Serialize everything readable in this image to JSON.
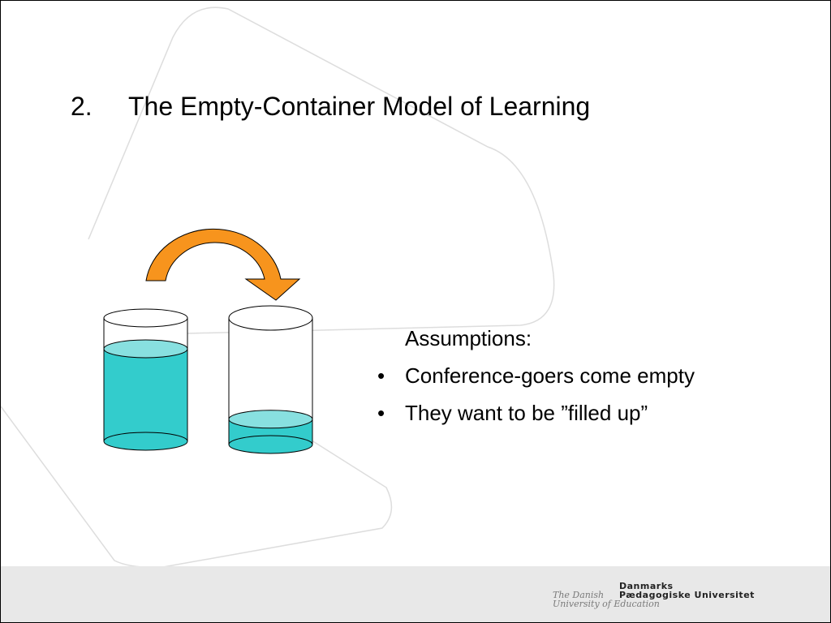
{
  "slide": {
    "title_number": "2.",
    "title_text": "The Empty-Container Model of Learning"
  },
  "content": {
    "heading": "Assumptions:",
    "bullets": [
      {
        "marker": "•",
        "text": "Conference-goers come empty"
      },
      {
        "marker": "•",
        "text": "They want to be ”filled up”"
      }
    ]
  },
  "illustration": {
    "arrow_color": "#f7941d",
    "liquid_color": "#33cccc",
    "liquid_surface_color": "#88e0e0",
    "full_container_level": 0.75,
    "empty_container_level": 0.2
  },
  "footer": {
    "logo_en_line1": "The Danish",
    "logo_en_line2": "University of Education",
    "logo_da_line1": "Danmarks",
    "logo_da_line2": "Pædagogiske Universitet"
  }
}
